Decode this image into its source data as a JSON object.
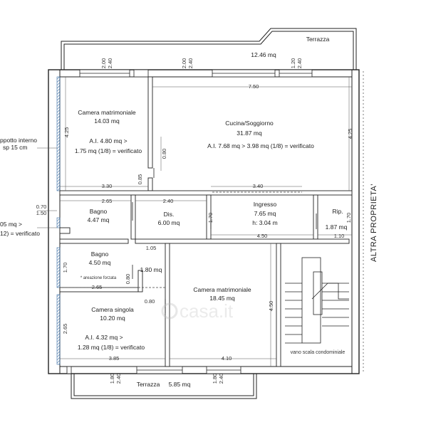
{
  "terraces": {
    "top": {
      "name": "Terrazza",
      "area": "12.46 mq"
    },
    "bottom": {
      "name": "Terrazza",
      "area": "5.85 mq"
    }
  },
  "rooms": {
    "camera1": {
      "name": "Camera matrimoniale",
      "area": "14.03 mq",
      "ai": "A.I. 4.80 mq >",
      "check": "1.75 mq (1/8) = verificato"
    },
    "cucina": {
      "name": "Cucina/Soggiorno",
      "area": "31.87 mq",
      "ai": "A.I. 7.68 mq > 3.98 mq (1/8) = verificato"
    },
    "bagno1": {
      "name": "Bagno",
      "area": "4.47 mq"
    },
    "dis": {
      "name": "Dis.",
      "area": "6.00 mq"
    },
    "ingresso": {
      "name": "Ingresso",
      "area": "7.65 mq",
      "height": "h: 3.04 m"
    },
    "rip": {
      "name": "Rip.",
      "area": "1.87 mq"
    },
    "bagno2": {
      "name": "Bagno",
      "area": "4.50 mq",
      "note": "* areazione forzata"
    },
    "extra": {
      "area": "1.80 mq"
    },
    "camera2": {
      "name": "Camera matrimoniale",
      "area": "18.45 mq"
    },
    "singola": {
      "name": "Camera singola",
      "area": "10.20 mq",
      "ai": "A.I. 4.32 mq >",
      "check": "1.28 mq (1/8) = verificato"
    },
    "scala": {
      "name": "vano scala condominiale"
    }
  },
  "notes": {
    "cappotto1": "ppotto interno",
    "cappotto2": "sp 15 cm",
    "left1": "05 mq >",
    "left2": "12) = verificato",
    "side": "ALTRA PROPRIETA'",
    "watermark": "casa.it"
  },
  "dims": {
    "d1": "2.00",
    "d2": "2.40",
    "d3": "2.00",
    "d4": "2.40",
    "d5": "1.20",
    "d6": "2.40",
    "d7": "7.50",
    "d8": "4.25",
    "d9": "4.25",
    "d10": "0.80",
    "d11": "3.30",
    "d12": "0.85",
    "d13": "2.65",
    "d14": "2.40",
    "d15": "3.40",
    "d16": "0.70",
    "d17": "1.50",
    "d18": "1.70",
    "d19": "1.70",
    "d20": "4.50",
    "d21": "1.10",
    "d22": "1.05",
    "d23": "1.70",
    "d24": "0.80",
    "d25": "2.65",
    "d26": "0.80",
    "d27": "4.50",
    "d28": "2.65",
    "d29": "3.85",
    "d30": "4.10",
    "d31": "1.80",
    "d32": "2.40",
    "d33": "1.80",
    "d34": "2.40"
  }
}
